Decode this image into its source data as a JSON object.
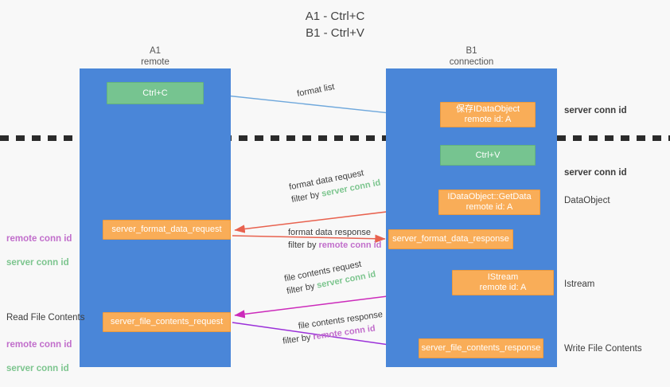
{
  "title": "A1 - Ctrl+C\nB1 - Ctrl+V",
  "lanes": [
    {
      "id": "A1",
      "name": "A1",
      "sub": "remote",
      "header": "A1\nremote",
      "color": "#4a86d8"
    },
    {
      "id": "B1",
      "name": "B1",
      "sub": "connection",
      "header": "B1\nconnection",
      "color": "#4a86d8"
    }
  ],
  "colors": {
    "lane": "#4a86d8",
    "green_box": "#76c490",
    "orange_box": "#f9ad58",
    "server_conn_id": "#7cc58e",
    "remote_conn_id": "#c16ecb",
    "arrow_blue": "#6fa8dc",
    "arrow_red": "#e8624f",
    "arrow_magenta": "#cc2bbb",
    "arrow_purple": "#9b30d9",
    "arrow_black": "#000000",
    "background": "#f8f8f8"
  },
  "nodes": [
    {
      "key": "ctrl_c",
      "label": "Ctrl+C",
      "sublabel": "",
      "style": "green"
    },
    {
      "key": "save_idataobject",
      "label": "保存IDataObject",
      "sublabel": "remote id: A",
      "style": "orange"
    },
    {
      "key": "ctrl_v",
      "label": "Ctrl+V",
      "sublabel": "",
      "style": "green"
    },
    {
      "key": "idataobject_getdata",
      "label": "IDataObject::GetData",
      "sublabel": "remote id: A",
      "style": "orange"
    },
    {
      "key": "server_format_data_request",
      "label": "server_format_data_request",
      "sublabel": "",
      "style": "orange"
    },
    {
      "key": "server_format_data_response",
      "label": "server_format_data_response",
      "sublabel": "",
      "style": "orange"
    },
    {
      "key": "istream",
      "label": "IStream",
      "sublabel": "remote id: A",
      "style": "orange"
    },
    {
      "key": "server_file_contents_request",
      "label": "server_file_contents_request",
      "sublabel": "",
      "style": "orange"
    },
    {
      "key": "server_file_contents_response",
      "label": "server_file_contents_response",
      "sublabel": "",
      "style": "orange"
    }
  ],
  "annotations": {
    "format_list": "format list",
    "format_data_request": "format data request",
    "format_data_response": "format data response",
    "file_contents_request": "file contents request",
    "file_contents_response": "file contents response",
    "filter_by": "filter by",
    "server_conn_id": "server conn id",
    "remote_conn_id": "remote conn id"
  },
  "right_labels": {
    "server_conn_id_top": "server conn id",
    "server_conn_id_mid": "server conn id",
    "dataobject": "DataObject",
    "istream": "Istream",
    "write_file_contents": "Write File Contents"
  },
  "left_labels": {
    "format_pair": "remote conn id\nserver conn id",
    "read_file_contents": "Read File Contents",
    "file_pair": "remote conn id\nserver conn id",
    "remote_conn_id": "remote conn id",
    "server_conn_id": "server conn id"
  }
}
